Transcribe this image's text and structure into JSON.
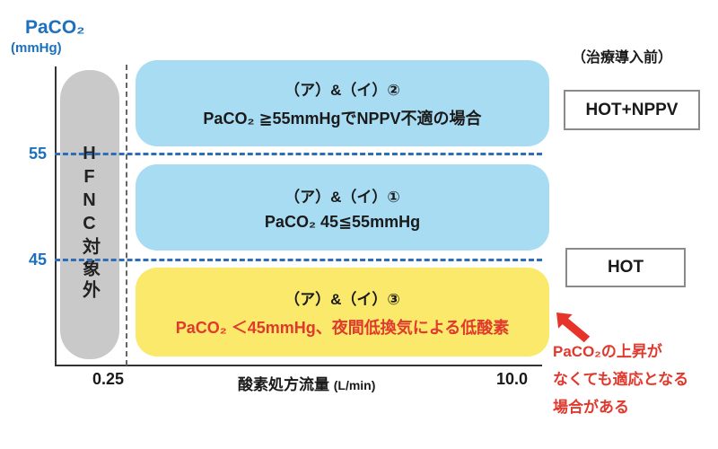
{
  "axes": {
    "y": {
      "title": "PaCO₂",
      "unit": "(mmHg)",
      "ticks": [
        "55",
        "45"
      ]
    },
    "x": {
      "label": "酸素処方流量",
      "unit": "(L/min)",
      "tick_min": "0.25",
      "tick_max": "10.0"
    }
  },
  "excluded_bar": {
    "label": "HFNC対象外"
  },
  "zones": [
    {
      "criteria": "（ア）&（イ）②",
      "detail": "PaCO₂ ≧55mmHgでNPPV不適の場合",
      "fill": "#a8dcf2",
      "detail_color": "#1a1a1a"
    },
    {
      "criteria": "（ア）&（イ）①",
      "detail": "PaCO₂ 45≦55mmHg",
      "fill": "#a8dcf2",
      "detail_color": "#1a1a1a"
    },
    {
      "criteria": "（ア）&（イ）③",
      "detail": "PaCO₂ ＜45mmHg、夜間低換気による低酸素",
      "fill": "#fbe96b",
      "detail_color": "#e0392d"
    }
  ],
  "right_column": {
    "header": "（治療導入前）",
    "boxes": [
      {
        "label": "HOT+NPPV"
      },
      {
        "label": "HOT"
      }
    ]
  },
  "annotation": {
    "lines": [
      "PaCO₂の上昇が",
      "なくても適応となる",
      "場合がある"
    ],
    "color": "#e0392d"
  },
  "colors": {
    "zone_blue": "#a8dcf2",
    "zone_yellow": "#fbe96b",
    "excluded_gray": "#c9c9c9",
    "axis_label_blue": "#1c70be",
    "dashed_line_blue": "#2e6db8",
    "alert_red": "#e0392d"
  }
}
